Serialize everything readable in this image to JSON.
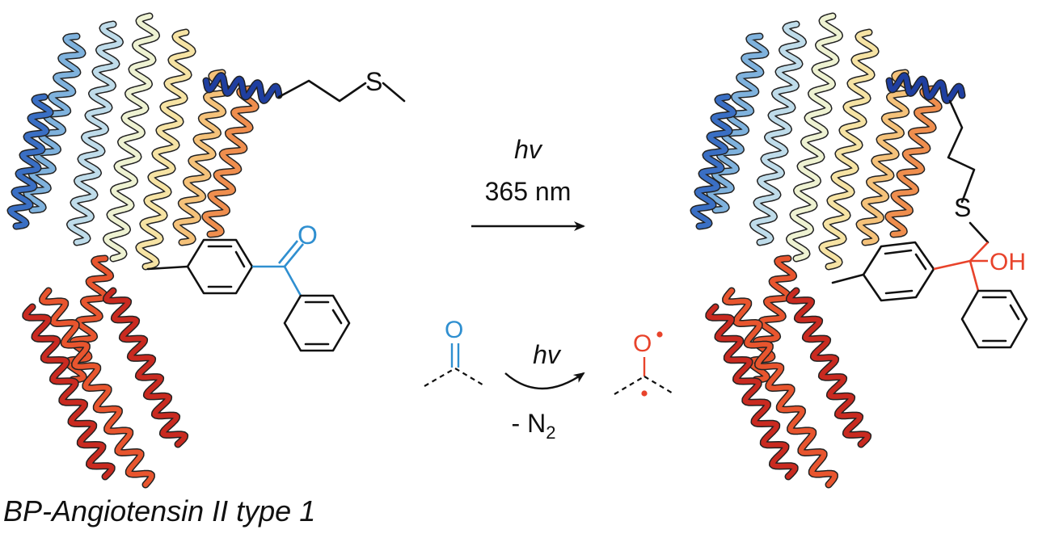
{
  "reaction": {
    "condition_top_symbol": "hv",
    "condition_top_wavelength": "365 nm",
    "mechanism_symbol": "hv",
    "loss_prefix": "- N",
    "loss_subscript": "2"
  },
  "atoms": {
    "oxygen_carbonyl": "O",
    "oxygen_radical": "O",
    "sulfur_reactant": "S",
    "sulfur_product": "S",
    "hydroxyl": "OH"
  },
  "caption": "BP-Angiotensin II type 1",
  "colors": {
    "ketone_blue": "#2f8fd0",
    "product_red": "#e8432b",
    "bond_black": "#111111",
    "helix_palette": [
      "#1f3fa0",
      "#3a6fc4",
      "#7fb2dd",
      "#bfdcea",
      "#eef2d2",
      "#f6e3a4",
      "#f5c27a",
      "#ef8e4e",
      "#e8552e",
      "#c92a20"
    ]
  },
  "icons": [
    "reaction-arrow-icon",
    "curved-arrow-icon",
    "radical-dot-icon"
  ]
}
